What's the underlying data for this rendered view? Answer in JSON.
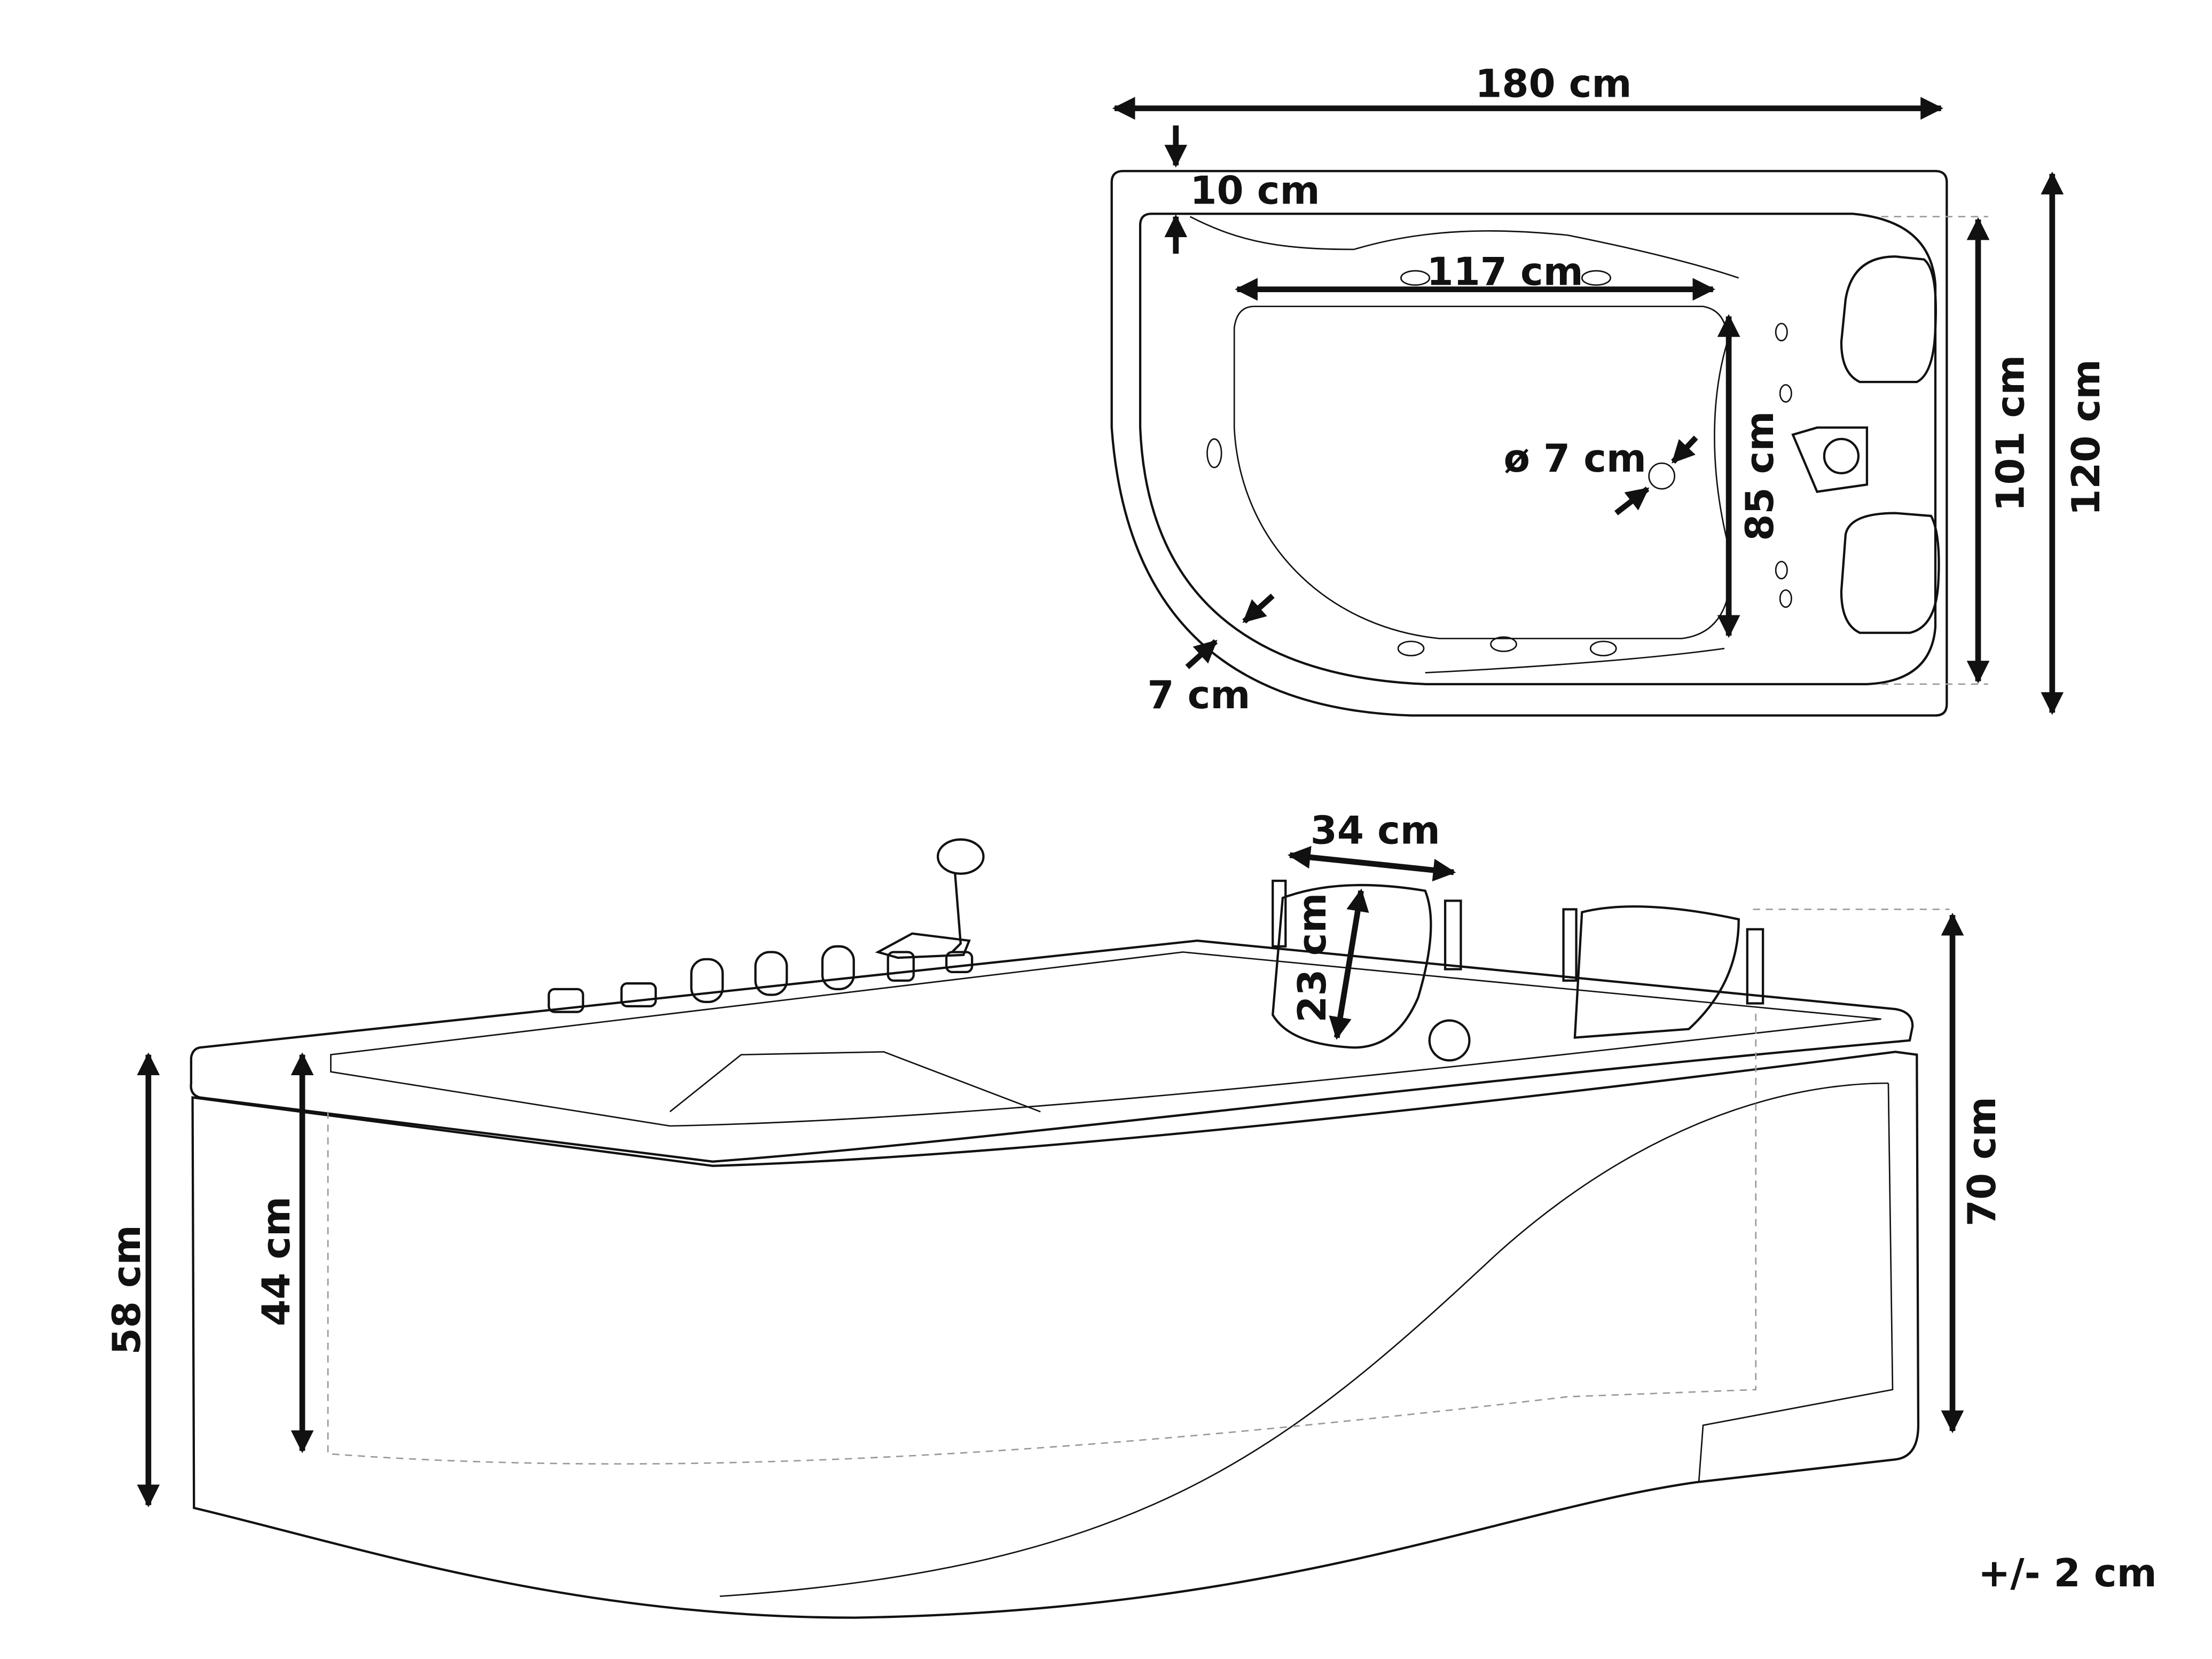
{
  "top_view": {
    "length_label": "180 cm",
    "rim_label": "10 cm",
    "inner_length_label": "117 cm",
    "inner_width_label": "85 cm",
    "drain_label": "ø 7 cm",
    "inner_depth_width_label": "101 cm",
    "width_label": "120 cm",
    "corner_rim_label": "7 cm"
  },
  "side_view": {
    "headrest_width_label": "34 cm",
    "headrest_height_label": "23 cm",
    "front_height_label": "58 cm",
    "inner_depth_label": "44 cm",
    "total_height_label": "70 cm"
  },
  "tolerance_label": "+/- 2 cm",
  "colors": {
    "line": "#111111",
    "hidden_line": "#999999",
    "background": "#ffffff"
  }
}
